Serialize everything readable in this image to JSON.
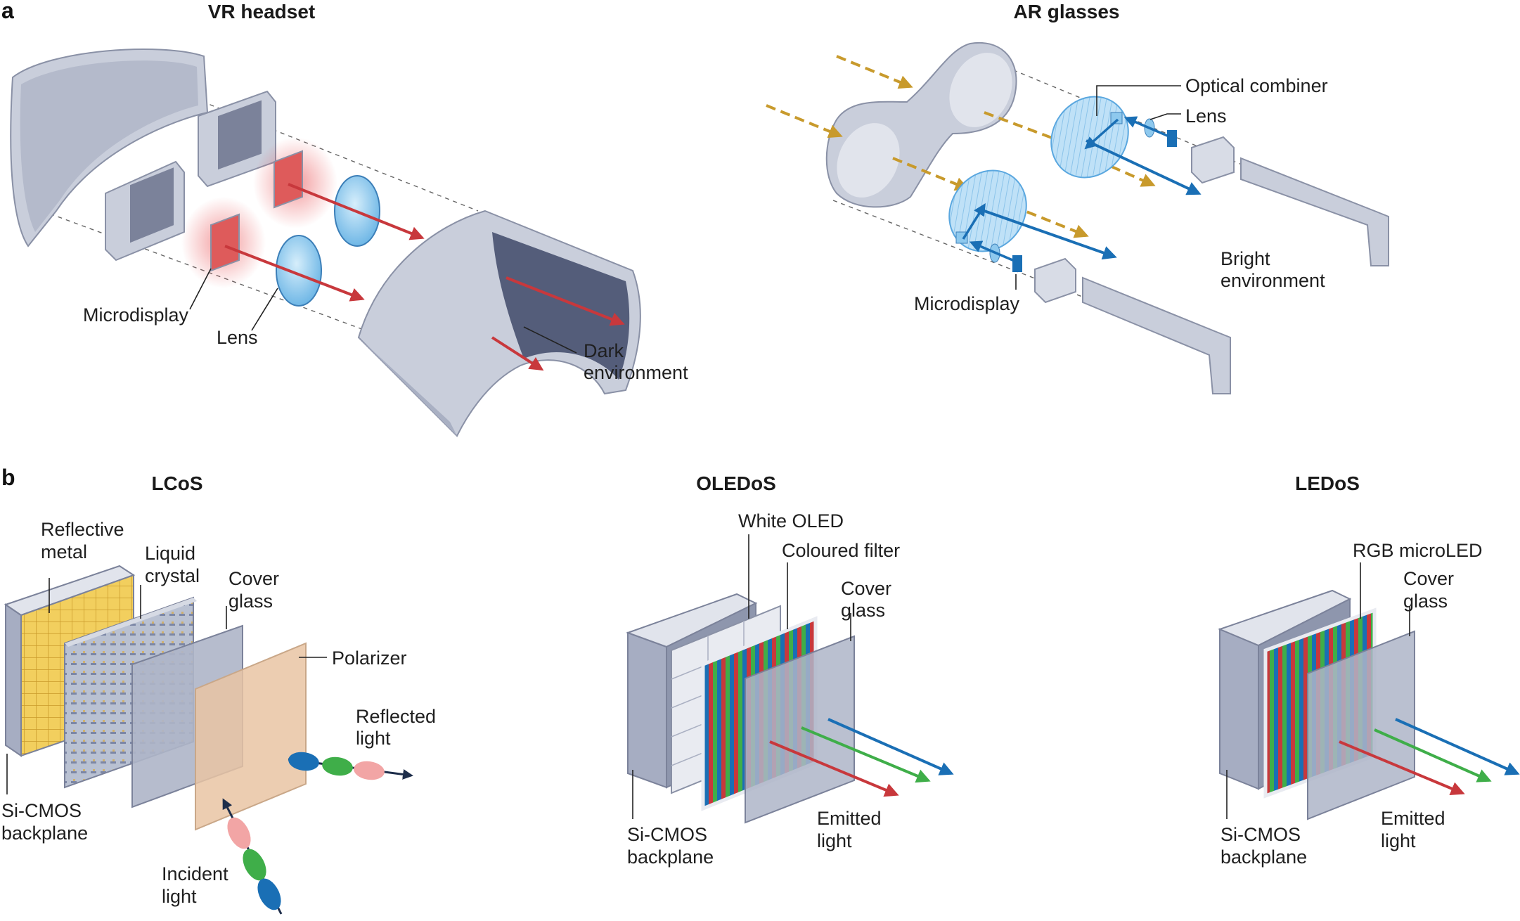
{
  "panels": {
    "a": "a",
    "b": "b"
  },
  "vr": {
    "title": "VR headset",
    "microdisplay": "Microdisplay",
    "lens": "Lens",
    "dark_line1": "Dark",
    "dark_line2": "environment"
  },
  "ar": {
    "title": "AR glasses",
    "combiner": "Optical combiner",
    "lens": "Lens",
    "bright_line1": "Bright",
    "bright_line2": "environment",
    "microdisplay": "Microdisplay"
  },
  "lcos": {
    "title": "LCoS",
    "reflective_line1": "Reflective",
    "reflective_line2": "metal",
    "lc_line1": "Liquid",
    "lc_line2": "crystal",
    "cover_line1": "Cover",
    "cover_line2": "glass",
    "polarizer": "Polarizer",
    "reflected_line1": "Reflected",
    "reflected_line2": "light",
    "sicmos_line1": "Si-CMOS",
    "sicmos_line2": "backplane",
    "incident_line1": "Incident",
    "incident_line2": "light"
  },
  "oledos": {
    "title": "OLEDoS",
    "white_oled": "White OLED",
    "coloured_filter": "Coloured filter",
    "cover_line1": "Cover",
    "cover_line2": "glass",
    "sicmos_line1": "Si-CMOS",
    "sicmos_line2": "backplane",
    "emitted_line1": "Emitted",
    "emitted_line2": "light"
  },
  "ledos": {
    "title": "LEDoS",
    "rgb_microled": "RGB microLED",
    "cover_line1": "Cover",
    "cover_line2": "glass",
    "sicmos_line1": "Si-CMOS",
    "sicmos_line2": "backplane",
    "emitted_line1": "Emitted",
    "emitted_line2": "light"
  },
  "colors": {
    "red": "#c8383c",
    "green": "#3fae49",
    "blue": "#1a6fb5",
    "gold": "#c89a2c",
    "shell": "#c9cedb",
    "glass": "#9ea6bb",
    "pixel_gold": "#f2cf5e",
    "polarizer": "#e9c4a3",
    "lens_blue": "#8ec9ee"
  }
}
